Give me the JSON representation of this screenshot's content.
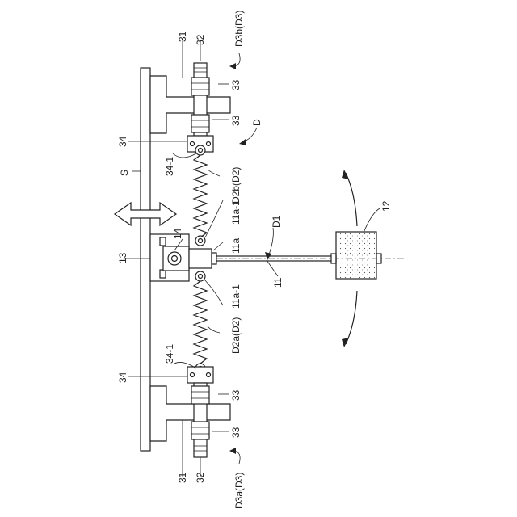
{
  "labels": {
    "ref_31_top": "31",
    "ref_32_top": "32",
    "ref_d3b": "D3b(D3)",
    "ref_33_a": "33",
    "ref_33_b": "33",
    "ref_d": "D",
    "ref_34_top": "34",
    "ref_34_1_top": "34-1",
    "ref_s": "S",
    "ref_d2b": "D2b(D2)",
    "ref_11a_1_top": "11a-1",
    "ref_d1": "D1",
    "ref_12": "12",
    "ref_14": "14",
    "ref_13": "13",
    "ref_11a": "11a",
    "ref_11": "11",
    "ref_11a_1_bottom": "11a-1",
    "ref_d2a": "D2a(D2)",
    "ref_34_1_bottom": "34-1",
    "ref_34_bottom": "34",
    "ref_33_c": "33",
    "ref_33_d": "33",
    "ref_31_bottom": "31",
    "ref_32_bottom": "32",
    "ref_d3a": "D3a(D3)"
  }
}
